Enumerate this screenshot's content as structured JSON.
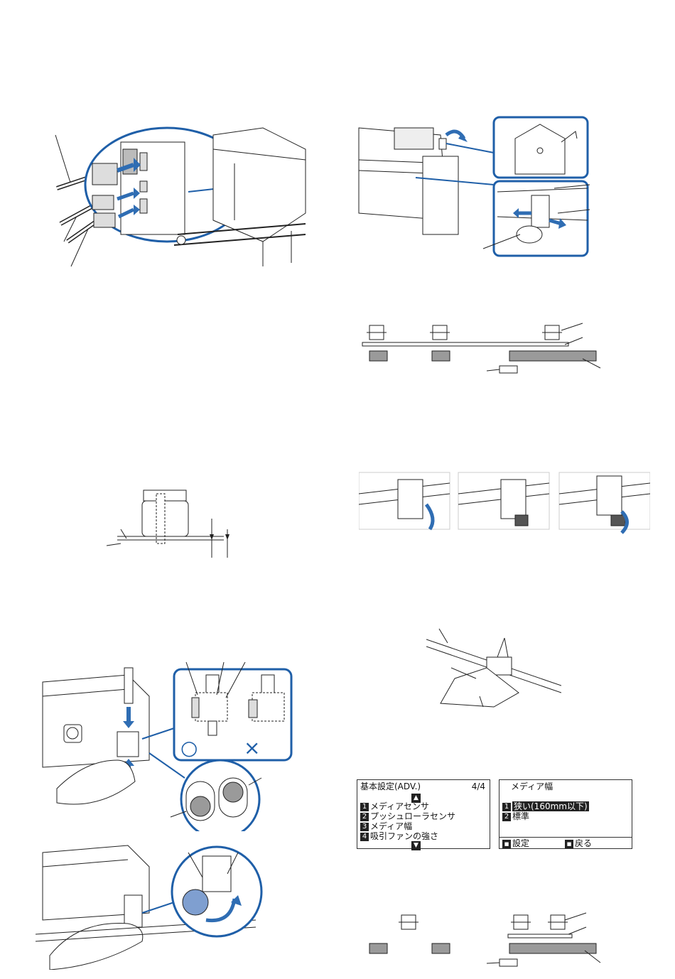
{
  "colors": {
    "accent_blue": "#2f6db3",
    "line": "#222222",
    "gray_bar": "#9a9a9a",
    "panel_border": "#1f5fa8"
  },
  "icons": [
    "connector-arrow-icon",
    "rotate-arrow-icon",
    "good-circle-icon",
    "bad-cross-icon"
  ],
  "cutter_marks": {
    "good": "○",
    "bad": "×"
  },
  "lcd_left": {
    "title": "基本設定(ADV.)",
    "page": "4/4",
    "items": [
      {
        "num": "1",
        "label": "メディアセンサ"
      },
      {
        "num": "2",
        "label": "プッシュローラセンサ"
      },
      {
        "num": "3",
        "label": "メディア幅"
      },
      {
        "num": "4",
        "label": "吸引ファンの強さ"
      }
    ]
  },
  "lcd_right": {
    "title": "メディア幅",
    "items": [
      {
        "num": "1",
        "label": "狭い(160mm以下)"
      },
      {
        "num": "2",
        "label": "標準"
      }
    ],
    "footer_set": "設定",
    "footer_back": "戻る"
  }
}
